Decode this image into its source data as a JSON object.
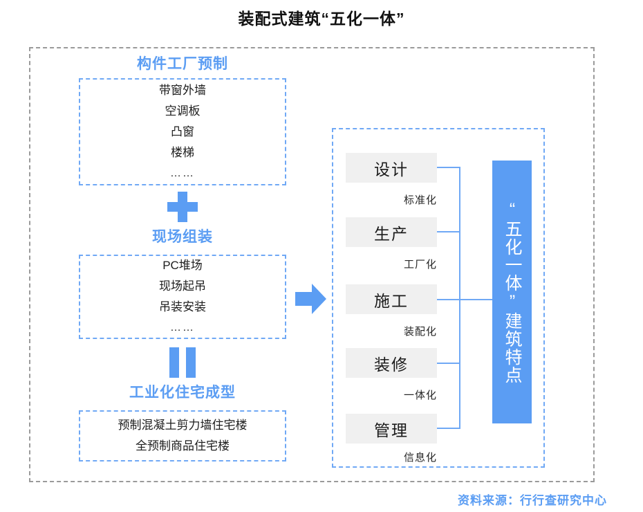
{
  "title": "装配式建筑“五化一体”",
  "left_flow": {
    "sections": [
      {
        "heading": "构件工厂预制",
        "items": [
          "带窗外墙",
          "空调板",
          "凸窗",
          "楼梯",
          "……"
        ]
      },
      {
        "heading": "现场组装",
        "items": [
          "PC堆场",
          "现场起吊",
          "吊装安装",
          "……"
        ]
      },
      {
        "heading": "工业化住宅成型",
        "items": [
          "预制混凝土剪力墙住宅楼",
          "全预制商品住宅楼"
        ]
      }
    ],
    "operators": [
      {
        "icon": "plus-icon",
        "symbol": "+"
      },
      {
        "icon": "equals-icon",
        "symbol": "="
      }
    ]
  },
  "connector": {
    "arrow_icon": "right-arrow-icon"
  },
  "right_panel": {
    "stages": [
      {
        "name": "设计",
        "caption": "标准化"
      },
      {
        "name": "生产",
        "caption": "工厂化"
      },
      {
        "name": "施工",
        "caption": "装配化"
      },
      {
        "name": "装修",
        "caption": "一体化"
      },
      {
        "name": "管理",
        "caption": "信息化"
      }
    ],
    "feature_bar": "“五化一体”建筑特点"
  },
  "footer": {
    "source": "资料来源：行行查研究中心"
  },
  "colors": {
    "accent_blue": "#5B9DF3",
    "dashed_blue": "#6FA8F5",
    "dashed_gray": "#9a9a9a",
    "stage_bg": "#f0f0f0",
    "text_dark": "#1a1a1a"
  }
}
